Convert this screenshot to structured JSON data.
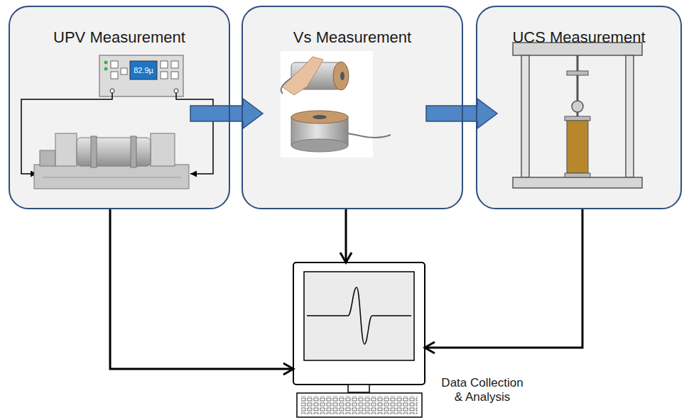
{
  "diagram": {
    "nodes": [
      {
        "text": [
          "UPV Measurement"
        ]
      },
      {
        "text": [
          "Vs Measurement"
        ]
      },
      {
        "text": [
          "UCS Measurement"
        ]
      },
      {
        "text": [
          "Data Collection & Analysis"
        ]
      }
    ],
    "edges": [
      {
        "from": 0,
        "to": 1,
        "arrow": "to"
      },
      {
        "from": 1,
        "to": 2,
        "arrow": "to"
      },
      {
        "from": 0,
        "to": 3,
        "arrow": "to"
      },
      {
        "from": 1,
        "to": 3,
        "arrow": "to"
      },
      {
        "from": 2,
        "to": 3,
        "arrow": "to"
      }
    ],
    "labels": [
      "82.9µ"
    ]
  }
}
